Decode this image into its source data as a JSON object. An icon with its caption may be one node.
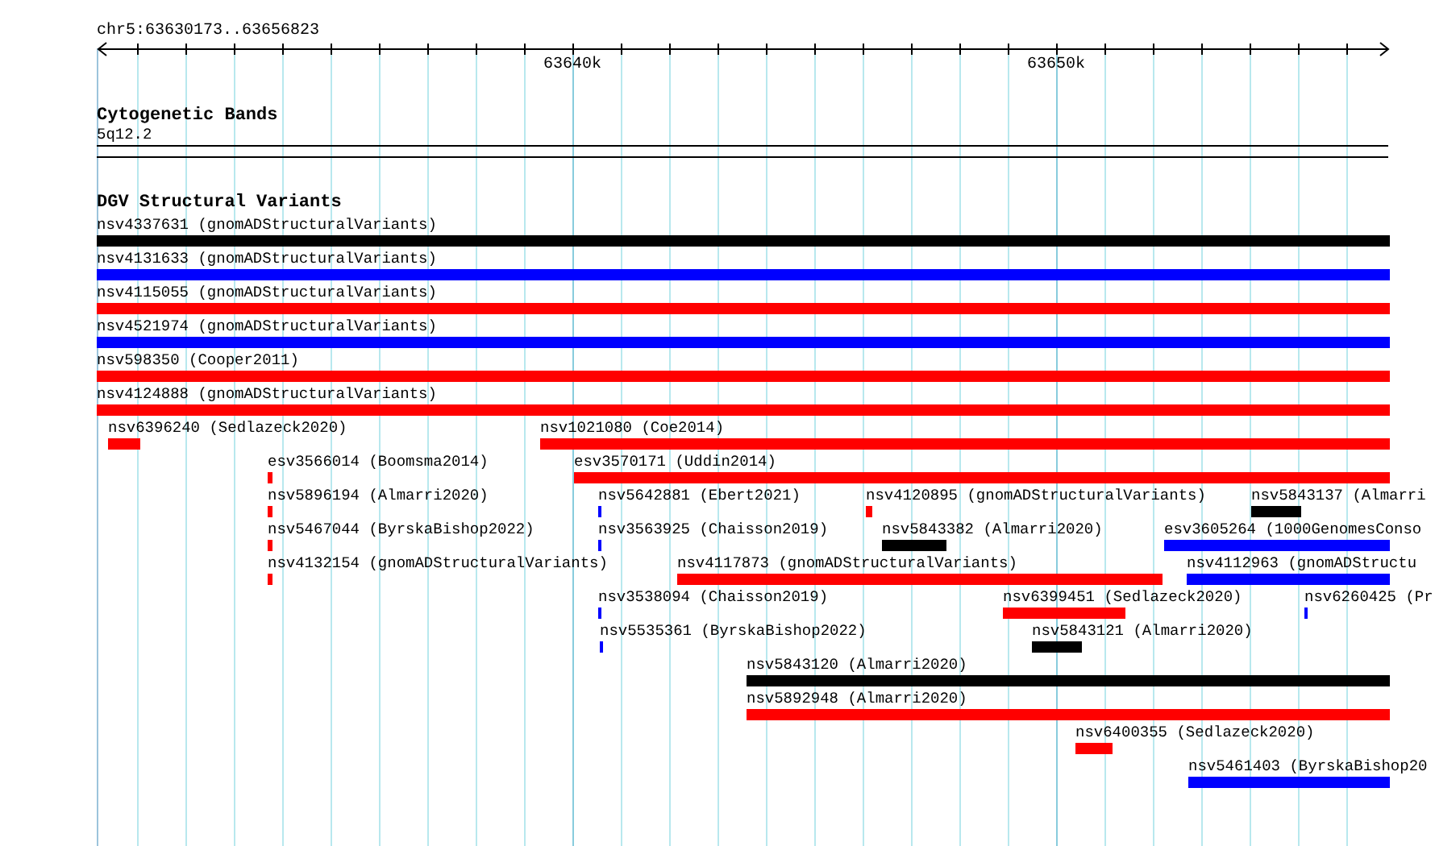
{
  "diagram": {
    "nodes": [
      {
        "text": [
          "5q12.2"
        ]
      },
      {
        "text": [
          "nsv4337631 (gnomADStructuralVariants)"
        ]
      },
      {
        "text": [
          "nsv4131633 (gnomADStructuralVariants)"
        ]
      },
      {
        "text": [
          "nsv4115055 (gnomADStructuralVariants)"
        ]
      },
      {
        "text": [
          "nsv4521974 (gnomADStructuralVariants)"
        ]
      },
      {
        "text": [
          "nsv598350 (Cooper2011)"
        ]
      },
      {
        "text": [
          "nsv4124888 (gnomADStructuralVariants)"
        ]
      },
      {
        "text": [
          "nsv6396240 (Sedlazeck2020)"
        ]
      },
      {
        "text": [
          "nsv1021080 (Coe2014)"
        ]
      },
      {
        "text": [
          "esv3566014 (Boomsma2014)"
        ]
      },
      {
        "text": [
          "esv3570171 (Uddin2014)"
        ]
      },
      {
        "text": [
          "nsv5896194 (Almarri2020)"
        ]
      },
      {
        "text": [
          "nsv5642881 (Ebert2021)"
        ]
      },
      {
        "text": [
          "nsv4120895 (gnomADStructuralVariants)"
        ]
      },
      {
        "text": [
          "nsv5843137 (Almarri"
        ]
      },
      {
        "text": [
          "nsv5467044 (ByrskaBishop2022)"
        ]
      },
      {
        "text": [
          "nsv3563925 (Chaisson2019)"
        ]
      },
      {
        "text": [
          "nsv5843382 (Almarri2020)"
        ]
      },
      {
        "text": [
          "esv3605264 (1000GenomesConso"
        ]
      },
      {
        "text": [
          "nsv4132154 (gnomADStructuralVariants)"
        ]
      },
      {
        "text": [
          "nsv4117873 (gnomADStructuralVariants)"
        ]
      },
      {
        "text": [
          "nsv4112963 (gnomADStructu"
        ]
      },
      {
        "text": [
          "nsv3538094 (Chaisson2019)"
        ]
      },
      {
        "text": [
          "nsv6399451 (Sedlazeck2020)"
        ]
      },
      {
        "text": [
          "nsv6260425 (Pr"
        ]
      },
      {
        "text": [
          "nsv5535361 (ByrskaBishop2022)"
        ]
      },
      {
        "text": [
          "nsv5843121 (Almarri2020)"
        ]
      },
      {
        "text": [
          "nsv5843120 (Almarri2020)"
        ]
      },
      {
        "text": [
          "nsv5892948 (Almarri2020)"
        ]
      },
      {
        "text": [
          "nsv6400355 (Sedlazeck2020)"
        ]
      },
      {
        "text": [
          "nsv5461403 (ByrskaBishop20"
        ]
      }
    ],
    "labels": [
      "chr5:63630173..63656823",
      "63640k",
      "63650k",
      "Cytogenetic Bands",
      "DGV Structural Variants"
    ]
  }
}
